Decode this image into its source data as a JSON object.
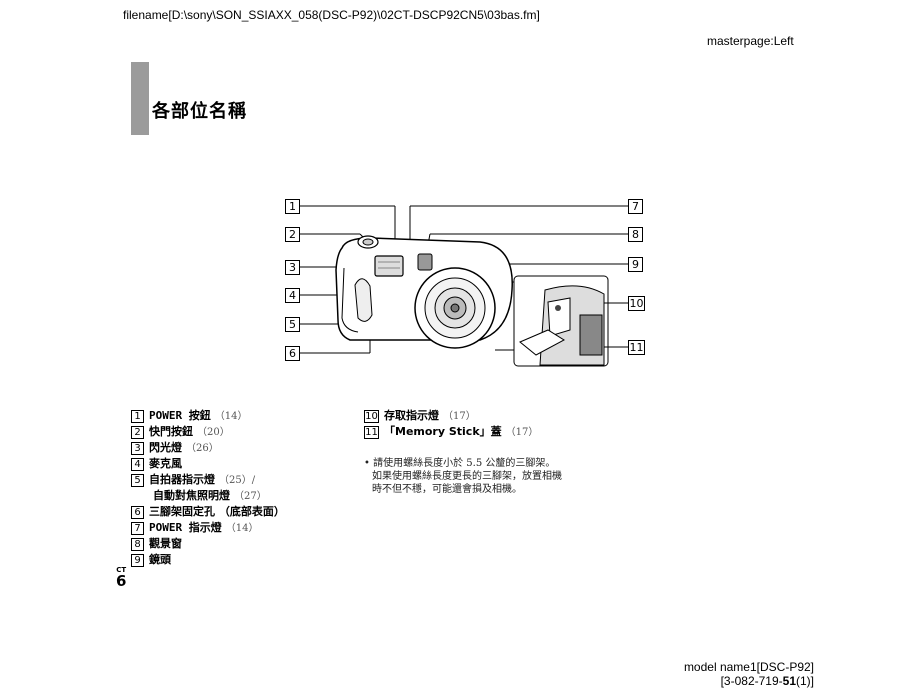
{
  "header": {
    "filename": "filename[D:\\sony\\SON_SSIAXX_058(DSC-P92)\\02CT-DSCP92CN5\\03bas.fm]",
    "masterpage": "masterpage:Left"
  },
  "title": "各部位名稱",
  "diagram_labels": [
    "1",
    "2",
    "3",
    "4",
    "5",
    "6",
    "7",
    "8",
    "9",
    "10",
    "11"
  ],
  "legend_left": [
    {
      "num": "1",
      "label": "POWER 按鈕",
      "page": "（14）"
    },
    {
      "num": "2",
      "label": "快門按鈕",
      "page": "（20）"
    },
    {
      "num": "3",
      "label": "閃光燈",
      "page": "（26）"
    },
    {
      "num": "4",
      "label": "麥克風",
      "page": ""
    },
    {
      "num": "5",
      "label": "自拍器指示燈",
      "page": "（25）/"
    },
    {
      "num": "",
      "label": "自動對焦照明燈",
      "page": "（27）"
    },
    {
      "num": "6",
      "label": "三腳架固定孔 （底部表面）",
      "page": ""
    },
    {
      "num": "7",
      "label": "POWER 指示燈",
      "page": "（14）"
    },
    {
      "num": "8",
      "label": "觀景窗",
      "page": ""
    },
    {
      "num": "9",
      "label": "鏡頭",
      "page": ""
    }
  ],
  "legend_right": [
    {
      "num": "10",
      "label": "存取指示燈",
      "page": "（17）"
    },
    {
      "num": "11",
      "label": "「Memory Stick」蓋",
      "page": "（17）"
    }
  ],
  "note": {
    "bullet": "•",
    "lines": [
      "請使用螺絲長度小於 5.5 公釐的三腳架。",
      "如果使用螺絲長度更長的三腳架，放置相機",
      "時不但不穩，可能還會損及相機。"
    ]
  },
  "page_marker": {
    "lang": "CT",
    "page": "6"
  },
  "footer": {
    "line1": "model name1[DSC-P92]",
    "line2_prefix": "[3-082-719-",
    "line2_bold": "51",
    "line2_suffix": "(1)]"
  }
}
